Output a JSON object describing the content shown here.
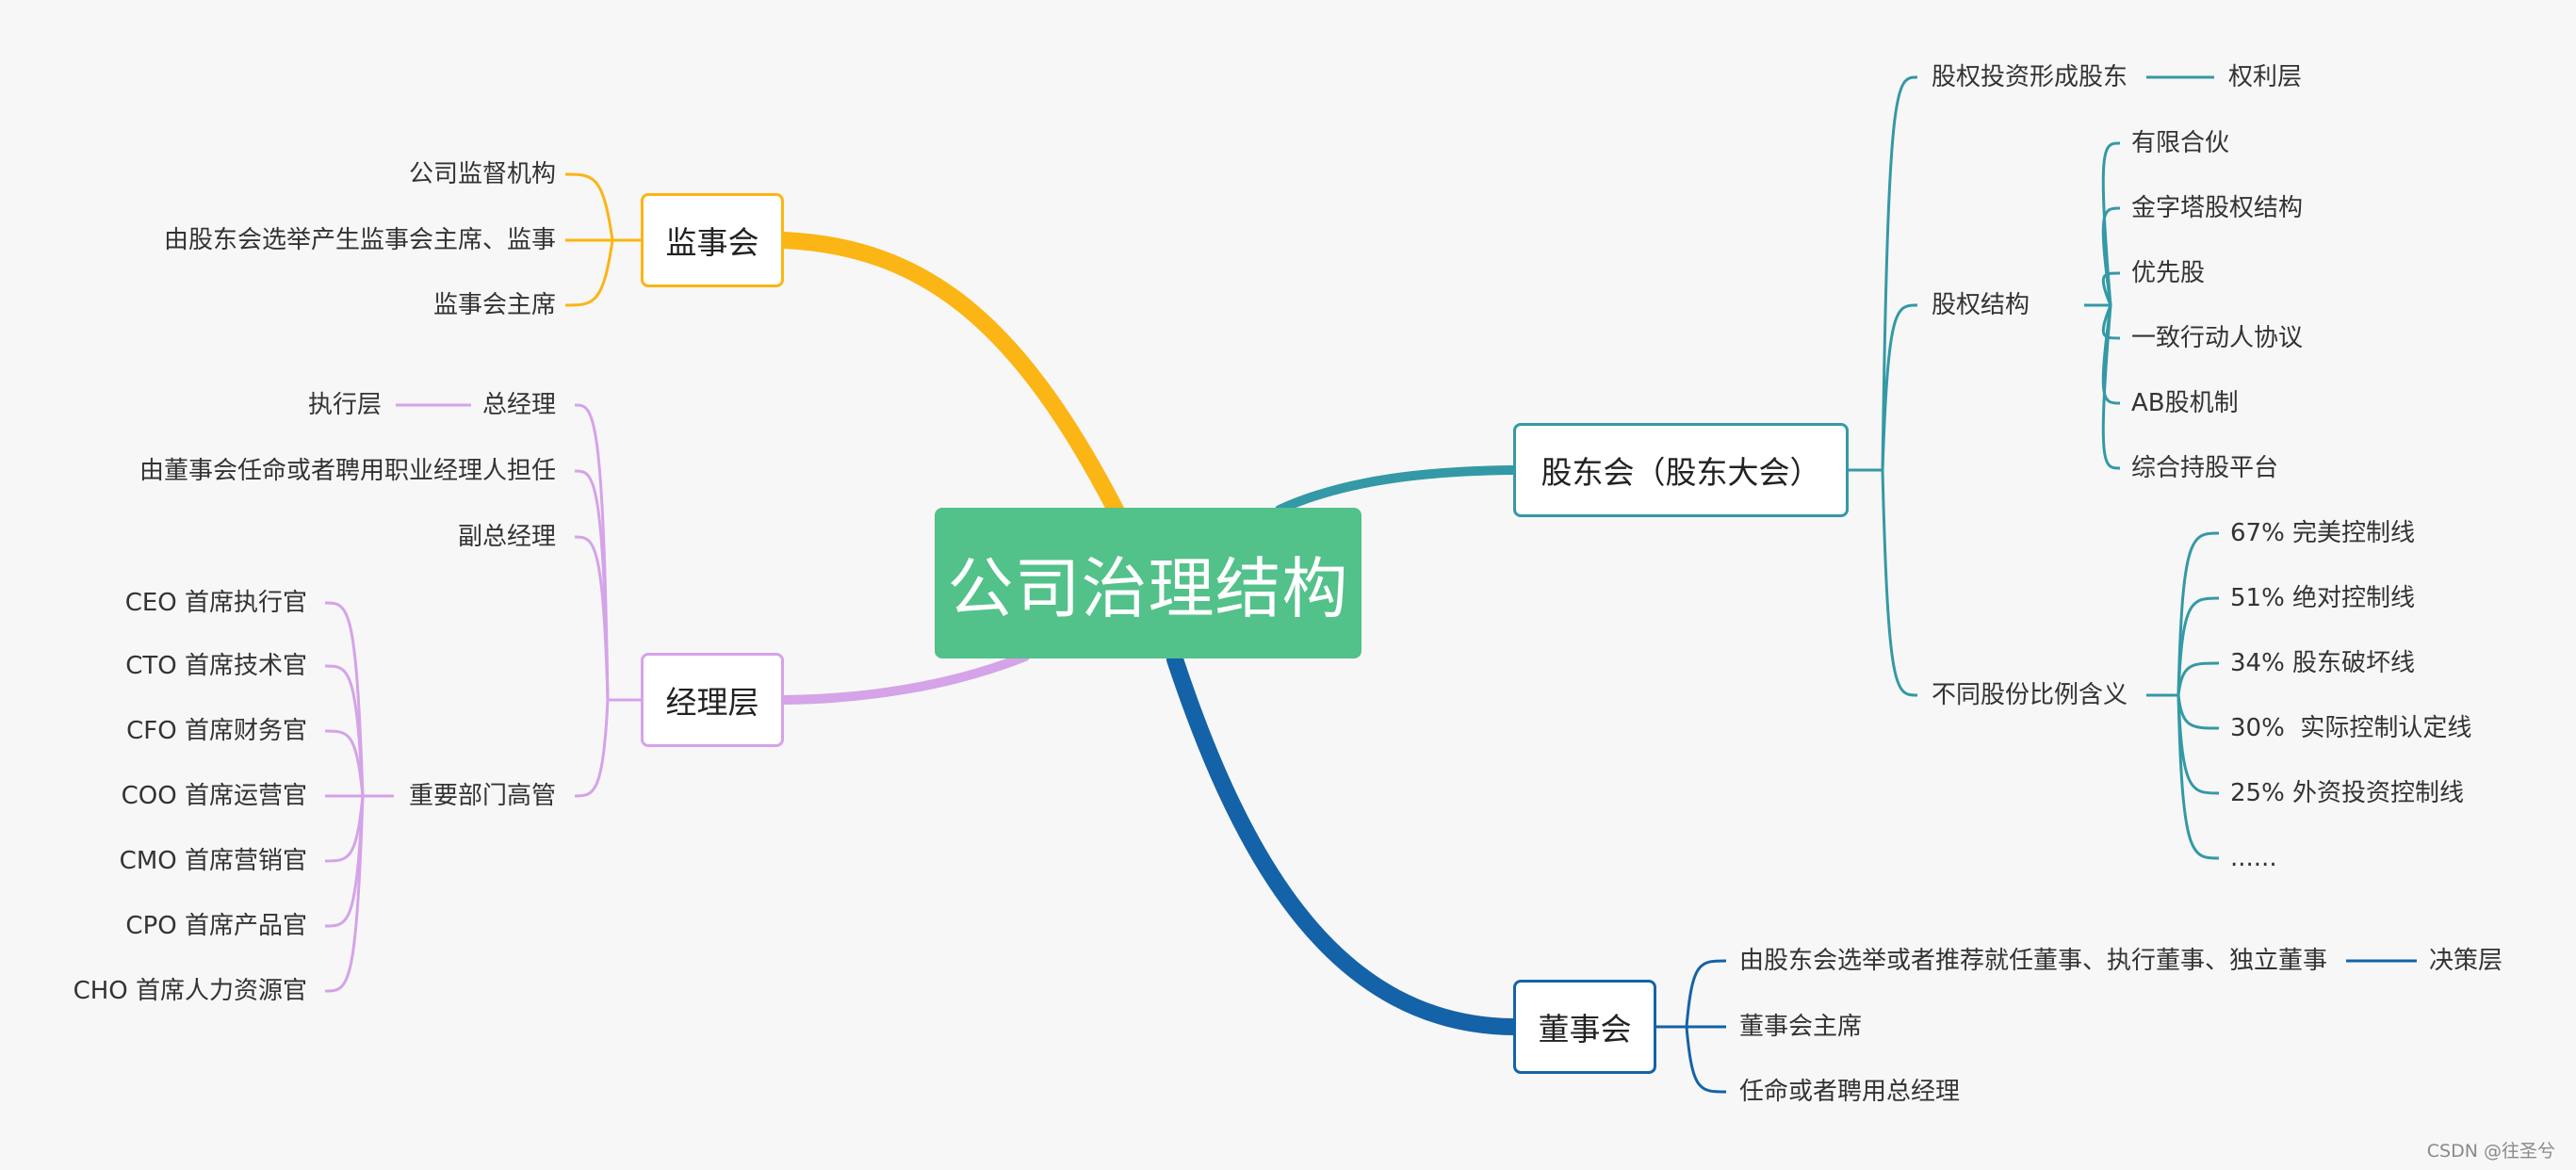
{
  "root": {
    "label": "公司治理结构",
    "color": "#52c18a"
  },
  "colors": {
    "supervisory": "#fbb514",
    "management": "#d5a3e8",
    "shareholders": "#3499a6",
    "board": "#1462a8"
  },
  "supervisory_board": {
    "label": "监事会",
    "items": [
      "公司监督机构",
      "由股东会选举产生监事会主席、监事",
      "监事会主席"
    ]
  },
  "management": {
    "label": "经理层",
    "gm": {
      "label": "总经理",
      "tag": "执行层"
    },
    "appoint": "由董事会任命或者聘用职业经理人担任",
    "deputy": "副总经理",
    "executives": {
      "label": "重要部门高管",
      "items": [
        "CEO 首席执行官",
        "CTO 首席技术官",
        "CFO 首席财务官",
        "COO 首席运营官",
        "CMO 首席营销官",
        "CPO 首席产品官",
        "CHO 首席人力资源官"
      ]
    }
  },
  "shareholders": {
    "label": "股东会（股东大会）",
    "investment": {
      "label": "股权投资形成股东",
      "tag": "权利层"
    },
    "structure": {
      "label": "股权结构",
      "items": [
        "有限合伙",
        "金字塔股权结构",
        "优先股",
        "一致行动人协议",
        "AB股机制",
        "综合持股平台"
      ]
    },
    "ratios": {
      "label": "不同股份比例含义",
      "items": [
        "67% 完美控制线",
        "51% 绝对控制线",
        "34% 股东破坏线",
        "30%  实际控制认定线",
        "25% 外资投资控制线",
        "......"
      ]
    }
  },
  "board": {
    "label": "董事会",
    "election": {
      "label": "由股东会选举或者推荐就任董事、执行董事、独立董事",
      "tag": "决策层"
    },
    "chair": "董事会主席",
    "appoint_gm": "任命或者聘用总经理"
  },
  "credit": "CSDN @往圣兮"
}
